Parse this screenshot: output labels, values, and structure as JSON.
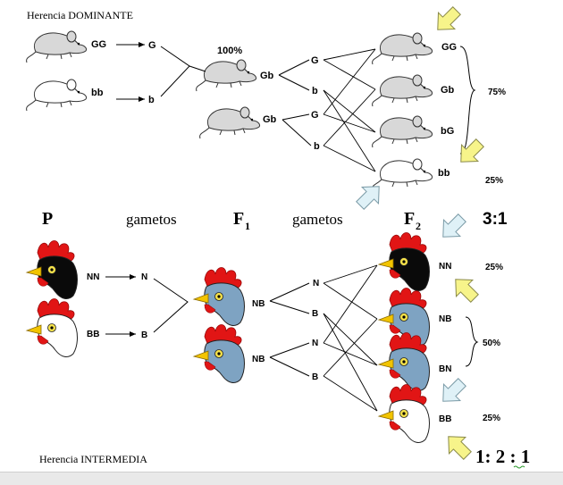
{
  "titles": {
    "dominant": "Herencia DOMINANTE",
    "intermediate": "Herencia INTERMEDIA"
  },
  "generations": {
    "p": "P",
    "gametes_1": "gametos",
    "f1_base": "F",
    "f1_sub": "1",
    "gametes_2": "gametos",
    "f2_base": "F",
    "f2_sub": "2"
  },
  "mice": {
    "parents": [
      "GG",
      "bb"
    ],
    "parent_gametes": [
      "G",
      "b"
    ],
    "f1_label": "Gb",
    "f1_percent": "100%",
    "f1_crossed": "Gb",
    "f1_gametes": [
      "G",
      "b",
      "G",
      "b"
    ],
    "f2": [
      "GG",
      "Gb",
      "bG",
      "bb"
    ],
    "percent_dominant": "75%",
    "percent_recessive": "25%",
    "ratio": "3:1"
  },
  "roosters": {
    "parents": [
      "NN",
      "BB"
    ],
    "parent_gametes": [
      "N",
      "B"
    ],
    "f1": [
      "NB",
      "NB"
    ],
    "f1_gametes": [
      "N",
      "B",
      "N",
      "B"
    ],
    "f2": [
      "NN",
      "NB",
      "BN",
      "BB"
    ],
    "percents": [
      "25%",
      "50%",
      "25%"
    ],
    "ratio": "1: 2 : 1"
  },
  "colors": {
    "mouse_white": "#ffffff",
    "mouse_gray": "#d8d8d8",
    "comb_red": "#e11515",
    "rooster_black": "#0a0a0a",
    "rooster_blue": "#7ea3c2",
    "beak_yellow": "#f2c400",
    "arrow_yellow": "#f7f48a",
    "arrow_blue": "#dff1f7"
  }
}
